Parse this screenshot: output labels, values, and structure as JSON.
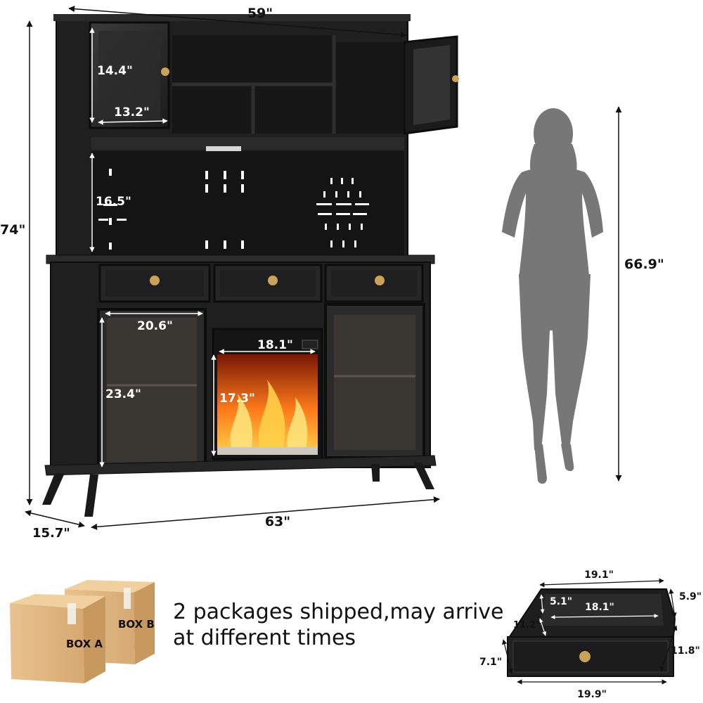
{
  "colors": {
    "cabinet": "#1f1f1f",
    "cabinet_edge": "#0c0c0c",
    "silhouette": "#777777",
    "box": "#e2bb86",
    "flame": "#ff7a1a",
    "knob": "#c9a35a"
  },
  "hutch": {
    "dimensions": {
      "top_width": "59\"",
      "total_height": "74\"",
      "depth": "15.7\"",
      "bottom_width": "63\"",
      "upper_door_height": "14.4\"",
      "upper_door_width": "13.2\"",
      "pegboard_height": "16.5\"",
      "lower_door_width": "20.6\"",
      "lower_door_height": "23.4\"",
      "fireplace_width": "18.1\"",
      "fireplace_height": "17.3\""
    }
  },
  "person": {
    "icon": "woman-silhouette-icon",
    "height": "66.9\""
  },
  "shipping": {
    "box_a": "BOX A",
    "box_b": "BOX B",
    "line1": "2 packages shipped,may arrive",
    "line2": "at different times"
  },
  "drawer": {
    "top_width": "19.1\"",
    "height_right": "5.9\"",
    "inner_depth_mark": "5.1\"",
    "inner_width": "18.1\"",
    "inner_depth": "11.2\"",
    "front_height": "7.1\"",
    "side_depth": "11.8\"",
    "bottom_width": "19.9\""
  }
}
